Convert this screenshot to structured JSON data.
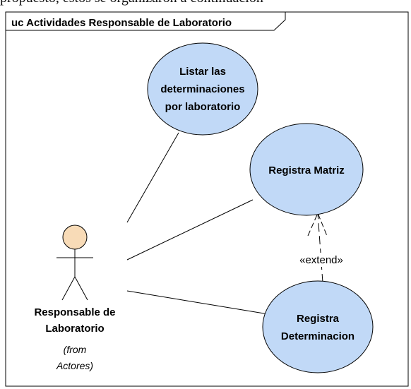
{
  "header_text": "propuesto, estos se organizaron a continuación",
  "frame": {
    "title": "uc Actividades Responsable de Laboratorio"
  },
  "use_cases": {
    "listar": {
      "lines": [
        "Listar las",
        "determinaciones",
        "por laboratorio"
      ]
    },
    "matriz": {
      "lines": [
        "Registra Matriz"
      ]
    },
    "determinacion": {
      "lines": [
        "Registra",
        "Determinacion"
      ]
    }
  },
  "actor": {
    "name_lines": [
      "Responsable de",
      "Laboratorio"
    ],
    "from_lines": [
      "(from",
      "Actores)"
    ]
  },
  "relations": {
    "extend_label": "«extend»"
  },
  "colors": {
    "use_case_fill": "#c1d9f7",
    "actor_head_fill": "#f8dbb7",
    "line": "#000000"
  }
}
